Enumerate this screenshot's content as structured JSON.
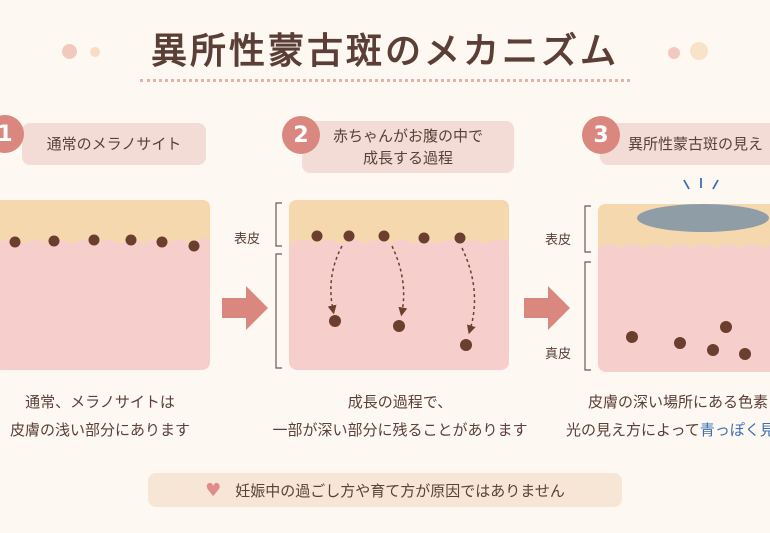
{
  "title": "異所性蒙古斑のメカニズム",
  "steps": [
    {
      "num": "1",
      "title": "通常のメラノサイト",
      "caption_line1": "通常、メラノサイトは",
      "caption_line2": "皮膚の浅い部分にあります"
    },
    {
      "num": "2",
      "title_line1": "赤ちゃんがお腹の中で",
      "title_line2": "成長する過程",
      "caption_line1": "成長の過程で、",
      "caption_line2": "一部が深い部分に残ることがあります"
    },
    {
      "num": "3",
      "title": "異所性蒙古斑の見え",
      "caption_line1": "皮膚の深い場所にある色素",
      "caption_line2_pre": "光の見え方によって",
      "caption_line2_blue": "青っぽく見"
    }
  ],
  "labels": {
    "epidermis": "表皮",
    "dermis": "真皮"
  },
  "footer": {
    "icon": "heart-icon",
    "text": "妊娠中の過ごし方や育て方が原因ではありません"
  },
  "colors": {
    "accent": "#d9877f",
    "skin_top": "#f6d8ae",
    "dermis": "#f6cfcd",
    "melanocyte": "#6b3e2e",
    "blue_patch": "#8f9ea6"
  }
}
